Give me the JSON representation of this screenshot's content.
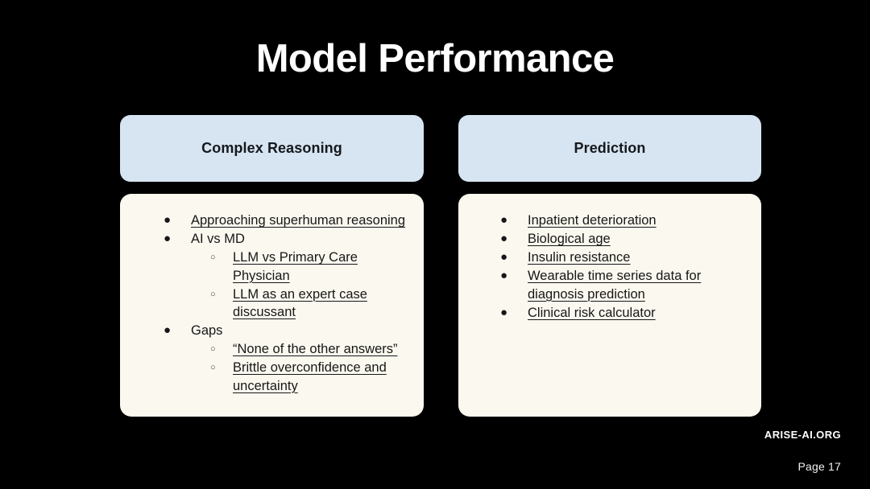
{
  "slide": {
    "title": "Model Performance",
    "background_color": "#000000",
    "title_color": "#ffffff",
    "header_card_color": "#d7e4f1",
    "body_card_color": "#fbf8ef",
    "body_text_color": "#171717"
  },
  "columns": [
    {
      "header": "Complex Reasoning",
      "items": [
        {
          "label": "Approaching superhuman reasoning",
          "marker": "bullet-filled-circle",
          "underlined": true,
          "children": []
        },
        {
          "label": "AI vs MD",
          "marker": "bullet-filled-circle",
          "underlined": false,
          "children": [
            {
              "label": "LLM vs Primary Care Physician",
              "marker": "bullet-hollow-circle",
              "underlined": true
            },
            {
              "label": "LLM as an expert case discussant",
              "marker": "bullet-hollow-circle",
              "underlined": true
            }
          ]
        },
        {
          "label": "Gaps",
          "marker": "bullet-filled-circle",
          "underlined": false,
          "children": [
            {
              "label": "“None of the other answers”",
              "marker": "bullet-hollow-circle",
              "underlined": true
            },
            {
              "label": "Brittle overconfidence and uncertainty",
              "marker": "bullet-hollow-circle",
              "underlined": true
            }
          ]
        }
      ]
    },
    {
      "header": "Prediction",
      "items": [
        {
          "label": "Inpatient deterioration",
          "marker": "bullet-filled-circle",
          "underlined": true,
          "children": []
        },
        {
          "label": "Biological age",
          "marker": "bullet-filled-circle",
          "underlined": true,
          "children": []
        },
        {
          "label": "Insulin resistance",
          "marker": "bullet-filled-circle",
          "underlined": true,
          "children": []
        },
        {
          "label": "Wearable time series data for diagnosis prediction",
          "marker": "bullet-filled-circle",
          "underlined": true,
          "children": []
        },
        {
          "label": "Clinical risk calculator",
          "marker": "bullet-filled-circle",
          "underlined": true,
          "children": []
        }
      ]
    }
  ],
  "footer": {
    "brand": "ARISE-AI.ORG",
    "page_label": "Page 17"
  },
  "markers": {
    "bullet-filled-circle": "●",
    "bullet-hollow-circle": "○"
  }
}
